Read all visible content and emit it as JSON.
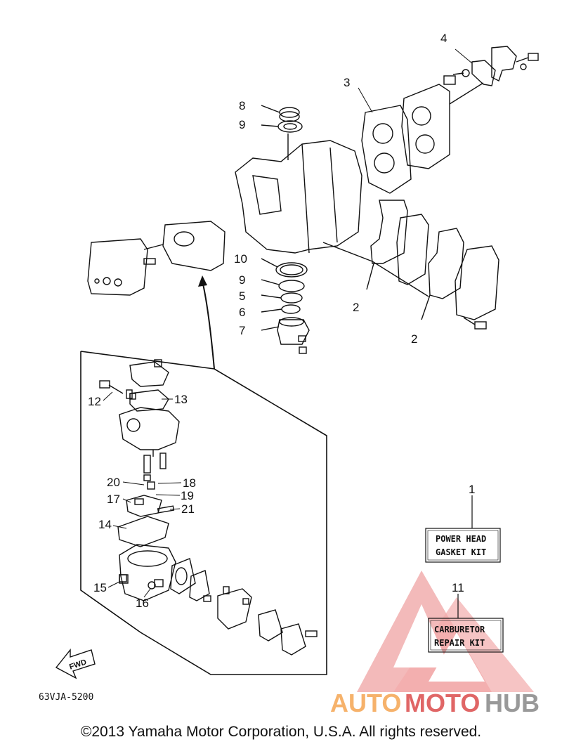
{
  "callouts": [
    {
      "id": "c1",
      "text": "1"
    },
    {
      "id": "c2a",
      "text": "2"
    },
    {
      "id": "c2b",
      "text": "2"
    },
    {
      "id": "c3",
      "text": "3"
    },
    {
      "id": "c4",
      "text": "4"
    },
    {
      "id": "c5",
      "text": "5"
    },
    {
      "id": "c6",
      "text": "6"
    },
    {
      "id": "c7",
      "text": "7"
    },
    {
      "id": "c8",
      "text": "8"
    },
    {
      "id": "c9a",
      "text": "9"
    },
    {
      "id": "c9b",
      "text": "9"
    },
    {
      "id": "c10",
      "text": "10"
    },
    {
      "id": "c11",
      "text": "11"
    },
    {
      "id": "c12",
      "text": "12"
    },
    {
      "id": "c13",
      "text": "13"
    },
    {
      "id": "c14",
      "text": "14"
    },
    {
      "id": "c15",
      "text": "15"
    },
    {
      "id": "c16",
      "text": "16"
    },
    {
      "id": "c17",
      "text": "17"
    },
    {
      "id": "c18",
      "text": "18"
    },
    {
      "id": "c19",
      "text": "19"
    },
    {
      "id": "c20",
      "text": "20"
    },
    {
      "id": "c21",
      "text": "21"
    }
  ],
  "kits": {
    "power_head_line1": "POWER HEAD",
    "power_head_line2": "GASKET KIT",
    "carburetor_line1": "CARBURETOR",
    "carburetor_line2": "REPAIR KIT"
  },
  "fwd_label": "FWD",
  "diagram_code": "63VJA-5200",
  "watermark": {
    "part1": "AUTO",
    "part2": "MOTO",
    "part3": "HUB",
    "color1": "#f6b26b",
    "color2": "#e06666",
    "color3": "#999999"
  },
  "copyright": "©2013 Yamaha Motor Corporation, U.S.A. All rights reserved."
}
